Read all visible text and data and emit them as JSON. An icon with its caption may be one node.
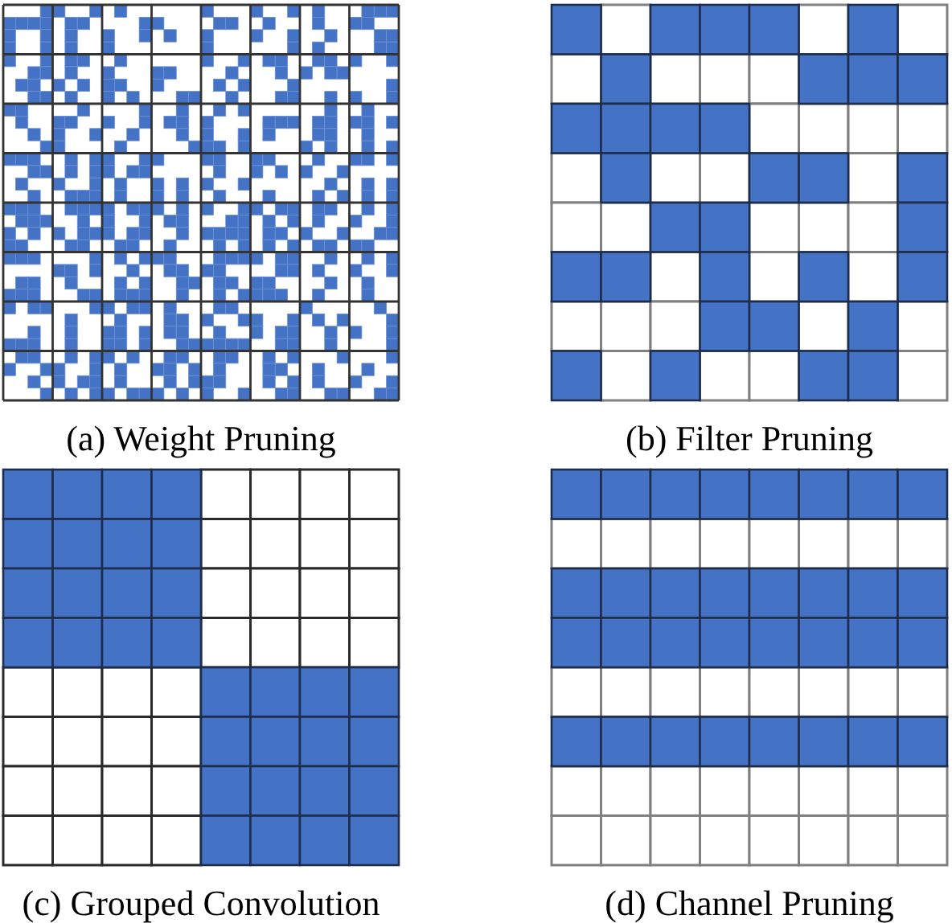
{
  "diagram": {
    "labels": [
      "(a) Weight Pruning",
      "(b) Filter Pruning",
      "(c) Grouped Convolution",
      "(d) Channel Pruning"
    ]
  }
}
